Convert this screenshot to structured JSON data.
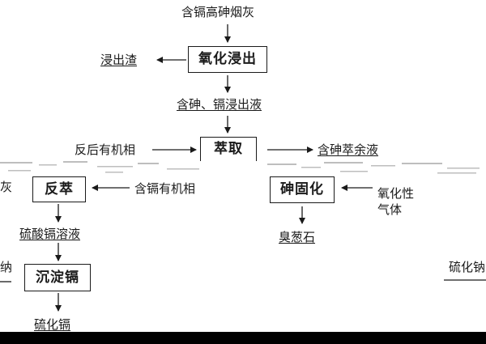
{
  "nodes": {
    "feed": "含镉高砷烟灰",
    "oxidative_leach": "氧化浸出",
    "leach_residue": "浸出渣",
    "leach_liquor": "含砷、镉浸出液",
    "extraction": "萃取",
    "stripped_organic": "反后有机相",
    "raffinate": "含砷萃余液",
    "back_extraction": "反萃",
    "cd_organic": "含镉有机相",
    "as_fixation": "砷固化",
    "oxidizing_gas_line1": "氧化性",
    "oxidizing_gas_line2": "气体",
    "scorodite": "臭葱石",
    "cdso4_solution": "硫酸镉溶液",
    "cd_precipitation": "沉淀镉",
    "cds_product": "硫化镉",
    "left_cut_top": "灰",
    "left_cut_mid": "纳",
    "right_cut": "硫化钠"
  },
  "colors": {
    "line": "#1a1a1a",
    "background": "#ffffff"
  }
}
